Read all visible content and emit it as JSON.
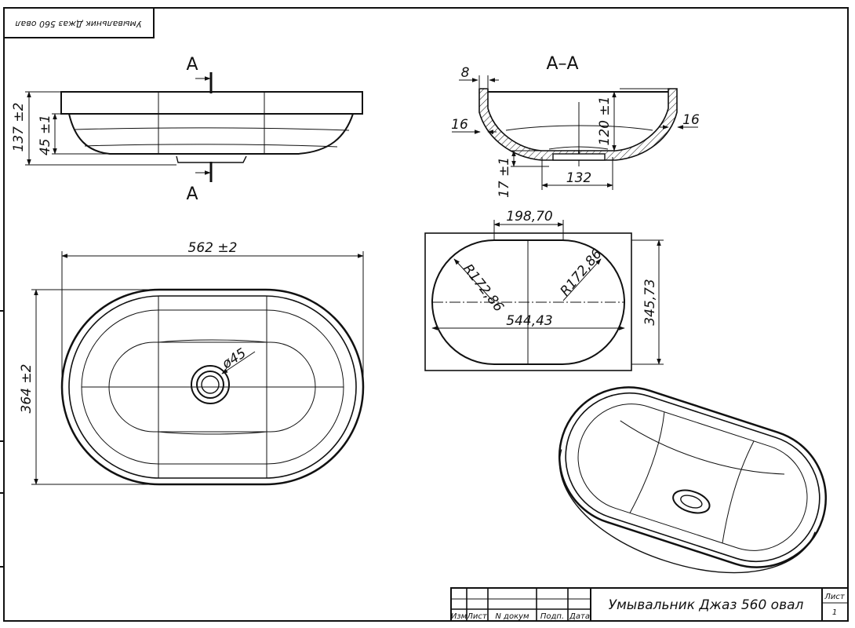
{
  "drawing": {
    "corner_label": "Умывальник Джаз 560 овал",
    "title": "Умывальник Джаз 560 овал",
    "section_letter": "A",
    "section_title": "A–A",
    "sheet_label": "Лист",
    "sheet_number": "1"
  },
  "title_block": {
    "headers": [
      "Изм",
      "Лист",
      "N докум",
      "Подп.",
      "Дата"
    ]
  },
  "dimensions": {
    "front_height": "137 ±2",
    "front_bowl_depth": "45 ±1",
    "plan_length": "562 ±2",
    "plan_width": "364 ±2",
    "drain_diameter": "ø45",
    "section_rim": "8",
    "section_wall_left": "16",
    "section_wall_right": "16",
    "section_depth": "120 ±1",
    "section_drain_height": "17 ±1",
    "section_drain_width": "132",
    "cutout_straight": "198,70",
    "cutout_radius_left": "R172,86",
    "cutout_radius_right": "R172,86",
    "cutout_length": "544,43",
    "cutout_width": "345,73"
  }
}
